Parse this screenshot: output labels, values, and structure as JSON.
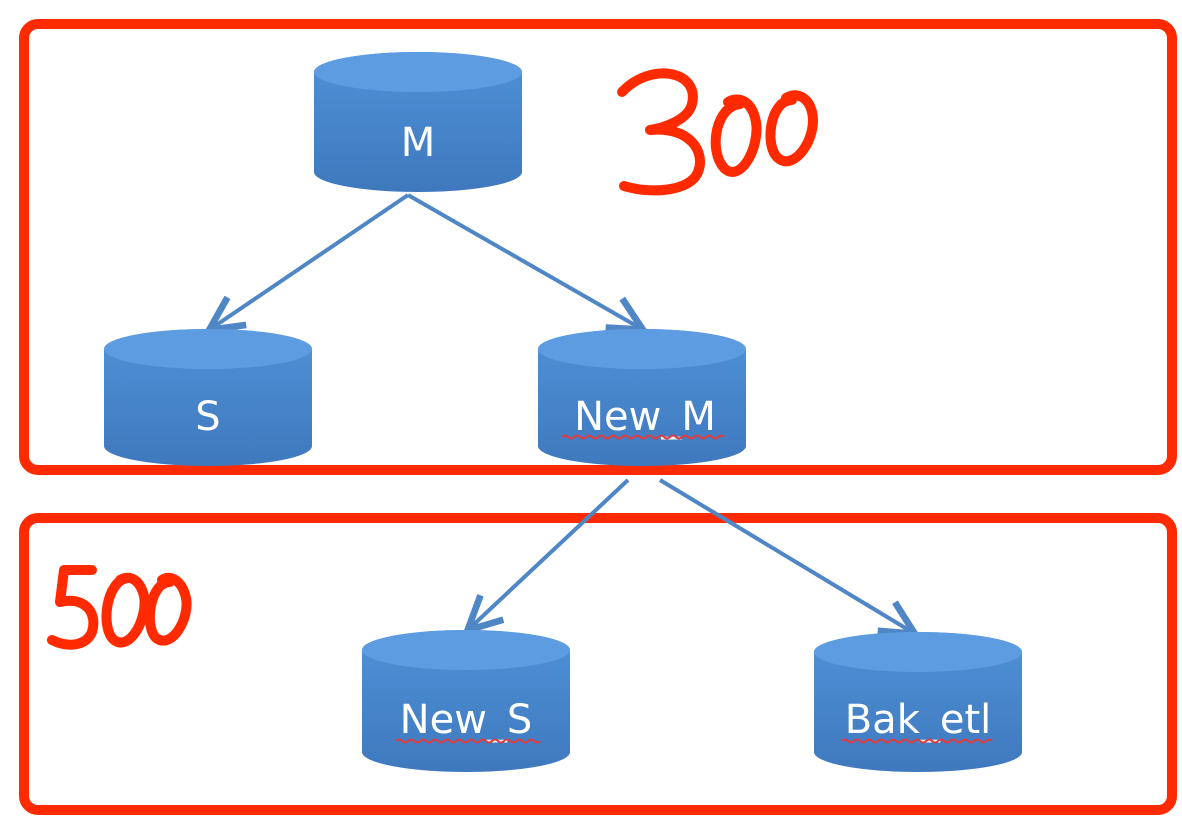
{
  "groups": [
    {
      "annotation": "300",
      "border_color": "#ff2a00"
    },
    {
      "annotation": "500",
      "border_color": "#ff2a00"
    }
  ],
  "nodes": [
    {
      "id": "m",
      "label": "M",
      "spellcheck_underline": false
    },
    {
      "id": "s",
      "label": "S",
      "spellcheck_underline": false
    },
    {
      "id": "new_m",
      "label": "New_M",
      "spellcheck_underline": true
    },
    {
      "id": "new_s",
      "label": "New_S",
      "spellcheck_underline": true
    },
    {
      "id": "bak_etl",
      "label": "Bak_etl",
      "spellcheck_underline": true
    }
  ],
  "edges": [
    {
      "from": "m",
      "to": "s"
    },
    {
      "from": "m",
      "to": "new_m"
    },
    {
      "from": "new_m",
      "to": "new_s"
    },
    {
      "from": "new_m",
      "to": "bak_etl"
    }
  ],
  "colors": {
    "node_fill": "#4a8bd0",
    "node_top": "#5d9ce0",
    "edge": "#4f86c6",
    "annotation": "#ff2a00",
    "spellcheck": "#e33b3b"
  }
}
